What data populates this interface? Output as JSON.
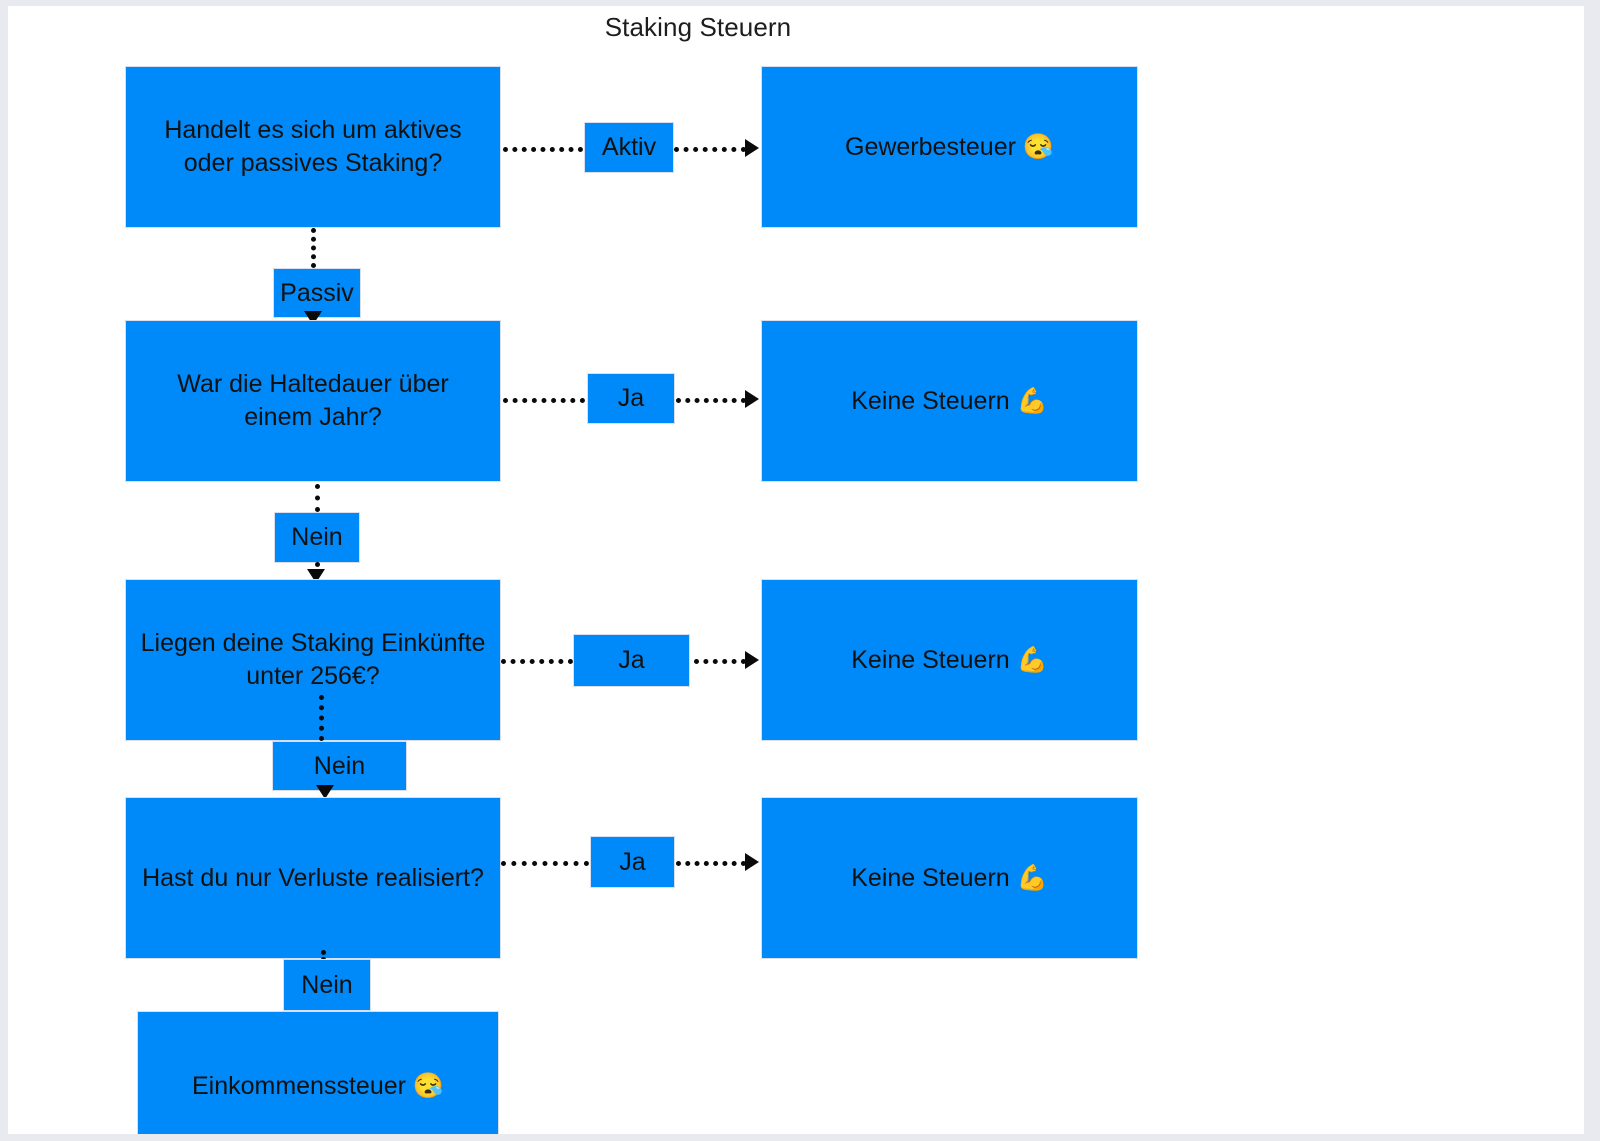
{
  "diagram": {
    "title": "Staking Steuern",
    "type": "flowchart",
    "accent_color": "#0089f8",
    "canvas_color": "#ffffff",
    "page_background": "#e8eaef",
    "edge_style": "dotted",
    "nodes": [
      {
        "id": "q1",
        "role": "question",
        "text": "Handelt es sich um aktives oder passives Staking?"
      },
      {
        "id": "r1",
        "role": "result",
        "text": "Gewerbesteuer 😪"
      },
      {
        "id": "q2",
        "role": "question",
        "text": "War die Haltedauer über einem Jahr?"
      },
      {
        "id": "r2",
        "role": "result",
        "text": "Keine Steuern 💪"
      },
      {
        "id": "q3",
        "role": "question",
        "text": "Liegen deine Staking Einkünfte unter 256€?"
      },
      {
        "id": "r3",
        "role": "result",
        "text": "Keine Steuern 💪"
      },
      {
        "id": "q4",
        "role": "question",
        "text": "Hast du nur Verluste realisiert?"
      },
      {
        "id": "r4",
        "role": "result",
        "text": "Keine Steuern 💪"
      },
      {
        "id": "t1",
        "role": "terminal",
        "text": "Einkommenssteuer 😪"
      }
    ],
    "edges": [
      {
        "id": "e1",
        "from": "q1",
        "to": "r1",
        "label": "Aktiv",
        "direction": "right"
      },
      {
        "id": "e2",
        "from": "q1",
        "to": "q2",
        "label": "Passiv",
        "direction": "down"
      },
      {
        "id": "e3",
        "from": "q2",
        "to": "r2",
        "label": "Ja",
        "direction": "right"
      },
      {
        "id": "e4",
        "from": "q2",
        "to": "q3",
        "label": "Nein",
        "direction": "down"
      },
      {
        "id": "e5",
        "from": "q3",
        "to": "r3",
        "label": "Ja",
        "direction": "right"
      },
      {
        "id": "e6",
        "from": "q3",
        "to": "q4",
        "label": "Nein",
        "direction": "down"
      },
      {
        "id": "e7",
        "from": "q4",
        "to": "r4",
        "label": "Ja",
        "direction": "right"
      },
      {
        "id": "e8",
        "from": "q4",
        "to": "t1",
        "label": "Nein",
        "direction": "down"
      }
    ]
  }
}
